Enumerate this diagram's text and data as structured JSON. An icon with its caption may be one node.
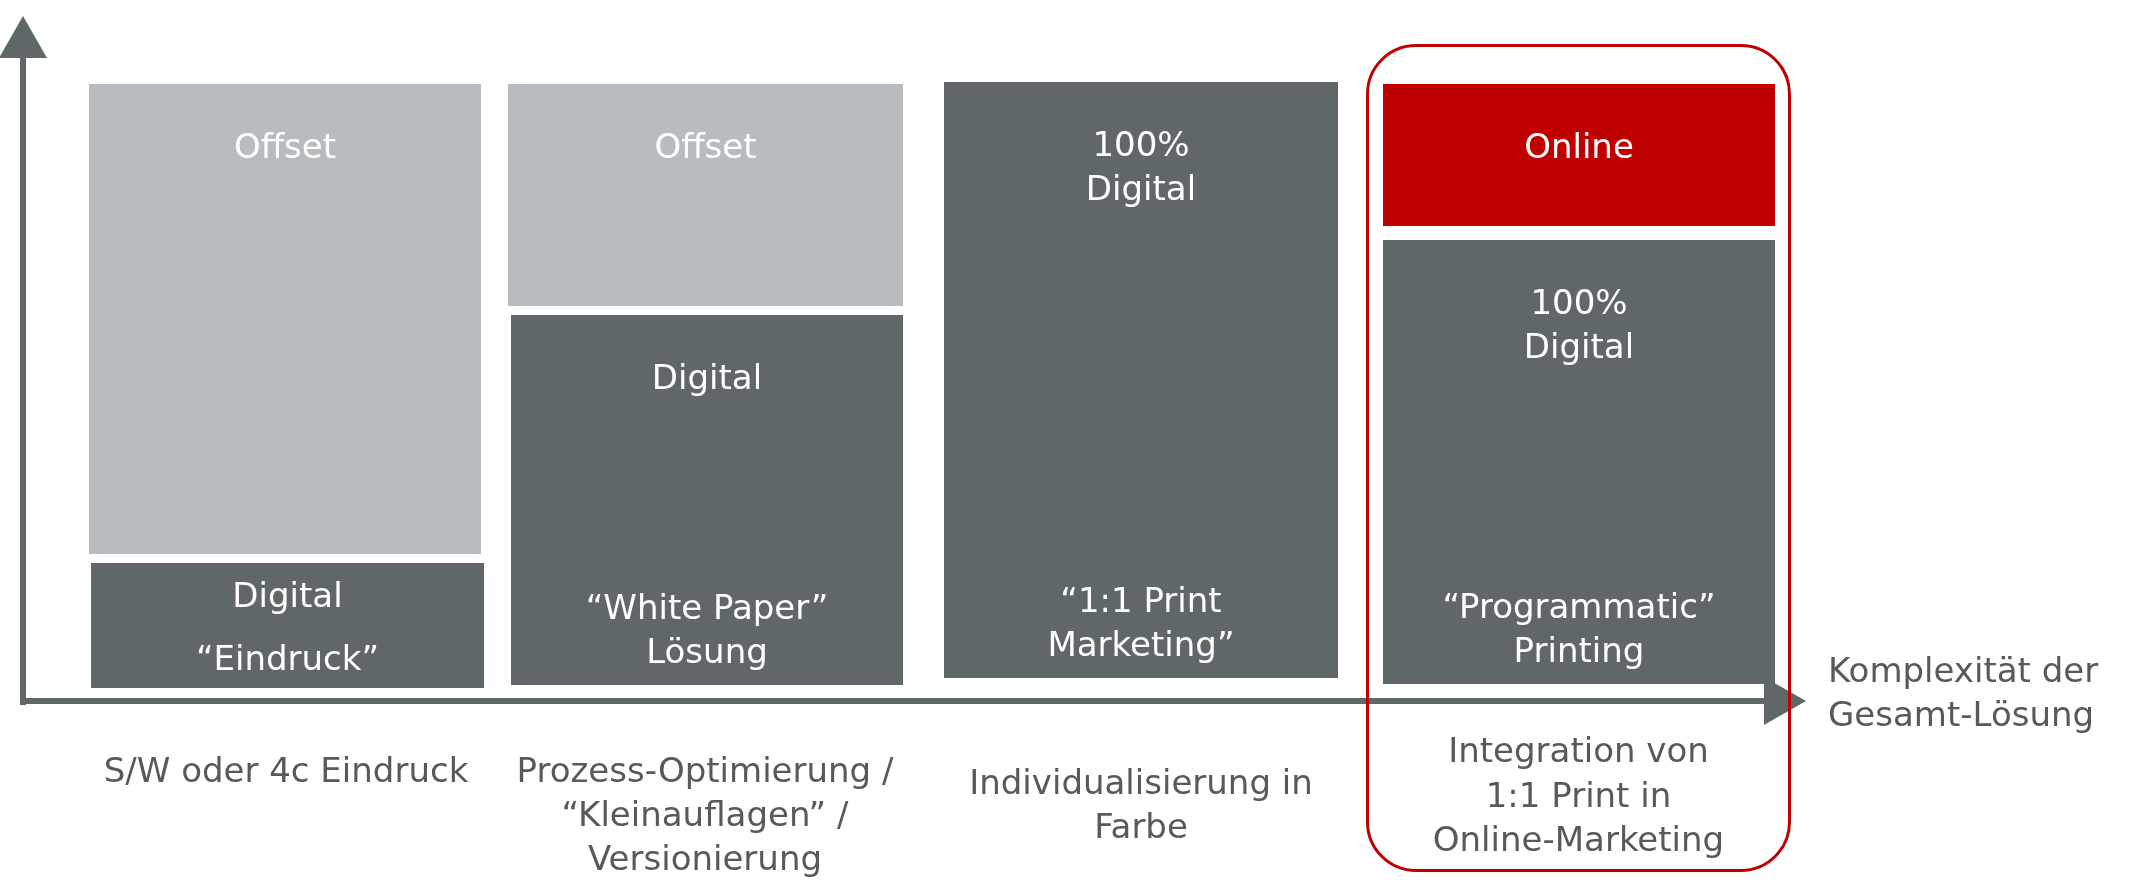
{
  "diagram": {
    "nodes": [
      {
        "text": [
          "Offset"
        ]
      },
      {
        "text": [
          "Digital",
          "“Eindruck”"
        ]
      },
      {
        "text": [
          "Offset"
        ]
      },
      {
        "text": [
          "Digital",
          "“White Paper” Lösung"
        ]
      },
      {
        "text": [
          "100% Digital",
          "“1:1 Print Marketing”"
        ]
      },
      {
        "text": [
          "Integration von 1:1 Print in Online-Marketing"
        ]
      },
      {
        "text": [
          "Online"
        ],
        "in": 5
      },
      {
        "text": [
          "100% Digital",
          "“Programmatic” Printing"
        ],
        "in": 5
      }
    ],
    "edges": [],
    "labels": [
      "Komplexität der Gesamt-Lösung",
      "S/W oder 4c Eindruck",
      "Prozess-Optimierung / “Kleinauflagen” / Versionierung",
      "Individualisierung in Farbe"
    ]
  }
}
